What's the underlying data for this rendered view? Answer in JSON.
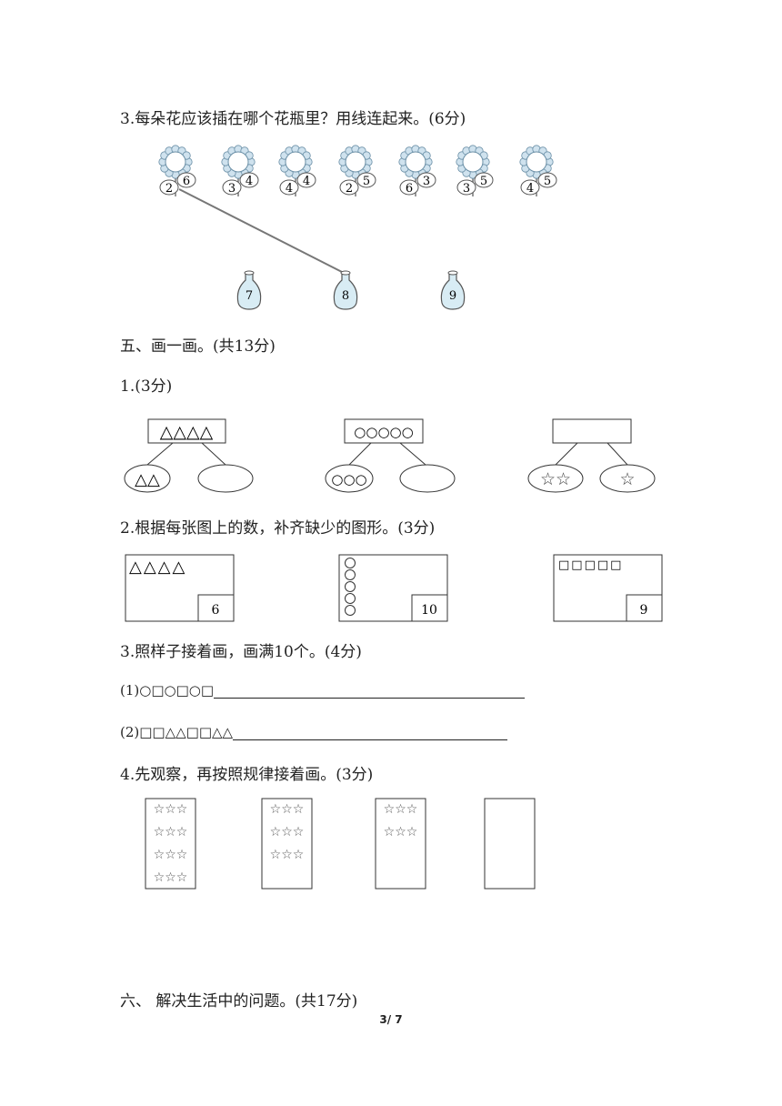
{
  "q3": {
    "title": "3.每朵花应该插在哪个花瓶里？用线连起来。(6分)",
    "flowers": [
      {
        "a": "2",
        "b": "6"
      },
      {
        "a": "3",
        "b": "4"
      },
      {
        "a": "4",
        "b": "4"
      },
      {
        "a": "2",
        "b": "5"
      },
      {
        "a": "6",
        "b": "3"
      },
      {
        "a": "3",
        "b": "5"
      },
      {
        "a": "4",
        "b": "5"
      }
    ],
    "vases": [
      "7",
      "8",
      "9"
    ]
  },
  "section5": {
    "title": "五、画一画。(共13分)",
    "p1": {
      "title": "1.(3分)",
      "groups": [
        {
          "top": "△△△△",
          "left": "△△",
          "right": ""
        },
        {
          "top": "○○○○○",
          "left": "○○○",
          "right": ""
        },
        {
          "top": "",
          "left": "☆☆",
          "right": "☆"
        }
      ]
    },
    "p2": {
      "title": "2.根据每张图上的数，补齐缺少的图形。(3分)",
      "boxes": [
        {
          "shapes": "△△△△",
          "number": "6"
        },
        {
          "shapes": "○○○○○",
          "number": "10"
        },
        {
          "shapes": "□□□□□",
          "number": "9"
        }
      ]
    },
    "p3": {
      "title": "3.照样子接着画，画满10个。(4分)",
      "row1": "(1)○□○□○□",
      "row2": "(2)□□△△□□△△"
    },
    "p4": {
      "title": "4.先观察，再按照规律接着画。(3分)",
      "cards": [
        [
          "☆☆☆",
          "☆☆☆",
          "☆☆☆",
          "☆☆☆"
        ],
        [
          "☆☆☆",
          "☆☆☆",
          "☆☆☆"
        ],
        [
          "☆☆☆",
          "☆☆☆"
        ],
        []
      ]
    }
  },
  "section6": {
    "title": "六、 解决生活中的问题。(共17分)"
  },
  "footer": {
    "page": "3/ 7"
  }
}
